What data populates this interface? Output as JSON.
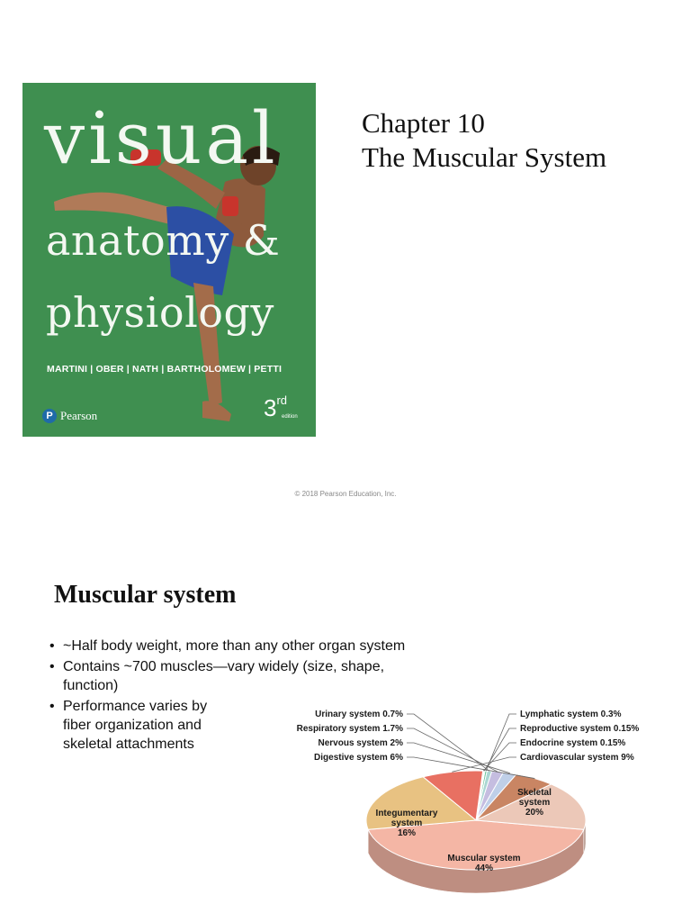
{
  "slide1": {
    "cover": {
      "word1": "visual",
      "word2": "anatomy &",
      "word3": "physiology",
      "authors": "MARTINI | OBER | NATH | BARTHOLOMEW | PETTI",
      "publisher": "Pearson",
      "publisher_icon": "P",
      "edition_number": "3",
      "edition_suffix": "rd",
      "edition_word": "edition",
      "background_color": "#3f8f50"
    },
    "title_line1": "Chapter 10",
    "title_line2": "The Muscular System",
    "copyright": "© 2018 Pearson Education, Inc."
  },
  "slide2": {
    "title": "Muscular system",
    "bullets": [
      "~Half body weight, more than any other organ system",
      "Contains ~700 muscles—vary widely (size, shape, function)",
      "Performance varies by fiber organization and skeletal attachments"
    ]
  },
  "chart_data": {
    "type": "pie",
    "slices": [
      {
        "label": "Muscular system 44%",
        "name": "Muscular system",
        "value": 44,
        "color": "#f4b6a5"
      },
      {
        "label": "Integumentary system 16%",
        "name": "Integumentary system",
        "value": 16,
        "color": "#ecc8b8"
      },
      {
        "label": "Digestive system 6%",
        "name": "Digestive system",
        "value": 6,
        "color": "#c98563"
      },
      {
        "label": "Nervous system 2%",
        "name": "Nervous system",
        "value": 2,
        "color": "#bfcfe8"
      },
      {
        "label": "Respiratory system 1.7%",
        "name": "Respiratory system",
        "value": 1.7,
        "color": "#c5bde0"
      },
      {
        "label": "Urinary system 0.7%",
        "name": "Urinary system",
        "value": 0.7,
        "color": "#a9d6d2"
      },
      {
        "label": "Lymphatic system 0.3%",
        "name": "Lymphatic system",
        "value": 0.3,
        "color": "#6cc49a"
      },
      {
        "label": "Reproductive system 0.15%",
        "name": "Reproductive system",
        "value": 0.15,
        "color": "#7fc4b2"
      },
      {
        "label": "Endocrine system 0.15%",
        "name": "Endocrine system",
        "value": 0.15,
        "color": "#8ec97c"
      },
      {
        "label": "Cardiovascular system 9%",
        "name": "Cardiovascular system",
        "value": 9,
        "color": "#e87062"
      },
      {
        "label": "Skeletal system 20%",
        "name": "Skeletal system",
        "value": 20,
        "color": "#e8c282"
      }
    ]
  }
}
